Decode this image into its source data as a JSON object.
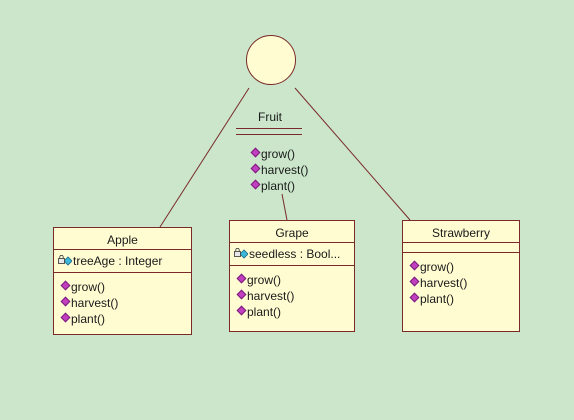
{
  "interface": {
    "name": "Fruit",
    "operations": [
      "grow()",
      "harvest()",
      "plant()"
    ]
  },
  "classes": {
    "apple": {
      "name": "Apple",
      "attributes": [
        "treeAge : Integer"
      ],
      "operations": [
        "grow()",
        "harvest()",
        "plant()"
      ]
    },
    "grape": {
      "name": "Grape",
      "attributes": [
        "seedless : Bool..."
      ],
      "operations": [
        "grow()",
        "harvest()",
        "plant()"
      ]
    },
    "strawberry": {
      "name": "Strawberry",
      "attributes": [],
      "operations": [
        "grow()",
        "harvest()",
        "plant()"
      ]
    }
  },
  "colors": {
    "background": "#cbe6cb",
    "box_fill": "#fffcd2",
    "line": "#7a2a2a",
    "operation_icon": "#c040c0",
    "attribute_icon": "#3bb8d8"
  },
  "icons": {
    "operation": "public-operation-icon",
    "attribute": "private-attribute-lock-icon"
  }
}
